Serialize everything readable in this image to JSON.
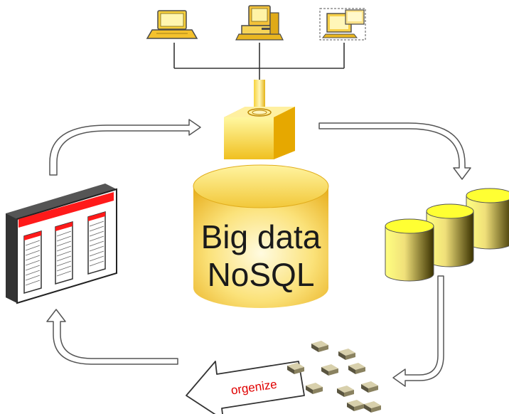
{
  "database": {
    "line1": "Big data",
    "line2": "NoSQL"
  },
  "organize_arrow": {
    "label": "orgenize"
  },
  "icons": {
    "top_left": "laptop-icon",
    "top_middle": "desktop-computer-icon",
    "top_right": "networked-monitor-icon",
    "gateway": "input-gateway-icon",
    "right_stack": "database-cylinders-icon",
    "bottom_right": "scattered-blocks-icon",
    "left_report": "report-board-icon"
  },
  "colors": {
    "gold_light": "#fff7a8",
    "gold": "#f4c428",
    "gold_dark": "#c48a00",
    "report_red": "#ff1a1a",
    "outline": "#333333",
    "block": "#b8b08c"
  }
}
